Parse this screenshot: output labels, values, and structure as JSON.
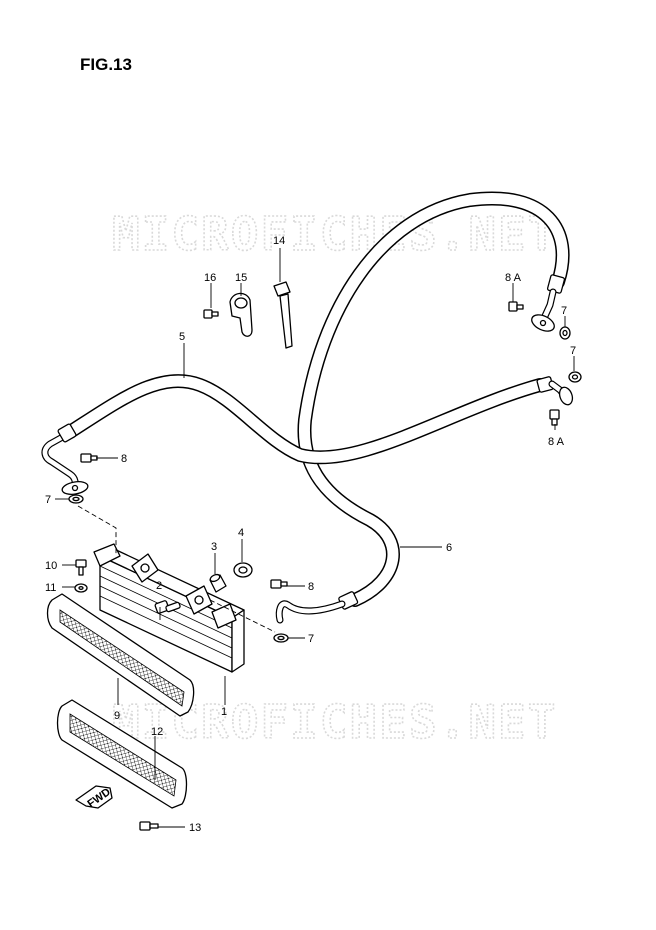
{
  "figure": {
    "title": "FIG.13"
  },
  "watermark": {
    "text": "MICROFICHES.NET"
  },
  "callouts": {
    "c1": "1",
    "c2": "2",
    "c3": "3",
    "c4": "4",
    "c5": "5",
    "c6": "6",
    "c7a": "7",
    "c7b": "7",
    "c7c": "7",
    "c7d": "7",
    "c8a": "8",
    "c8b": "8",
    "c8A_top": "8 A",
    "c8A_bottom": "8 A",
    "c9": "9",
    "c10": "10",
    "c11": "11",
    "c12": "12",
    "c13": "13",
    "c14": "14",
    "c15": "15",
    "c16": "16"
  },
  "fwd_marker": {
    "text": "FWD"
  }
}
